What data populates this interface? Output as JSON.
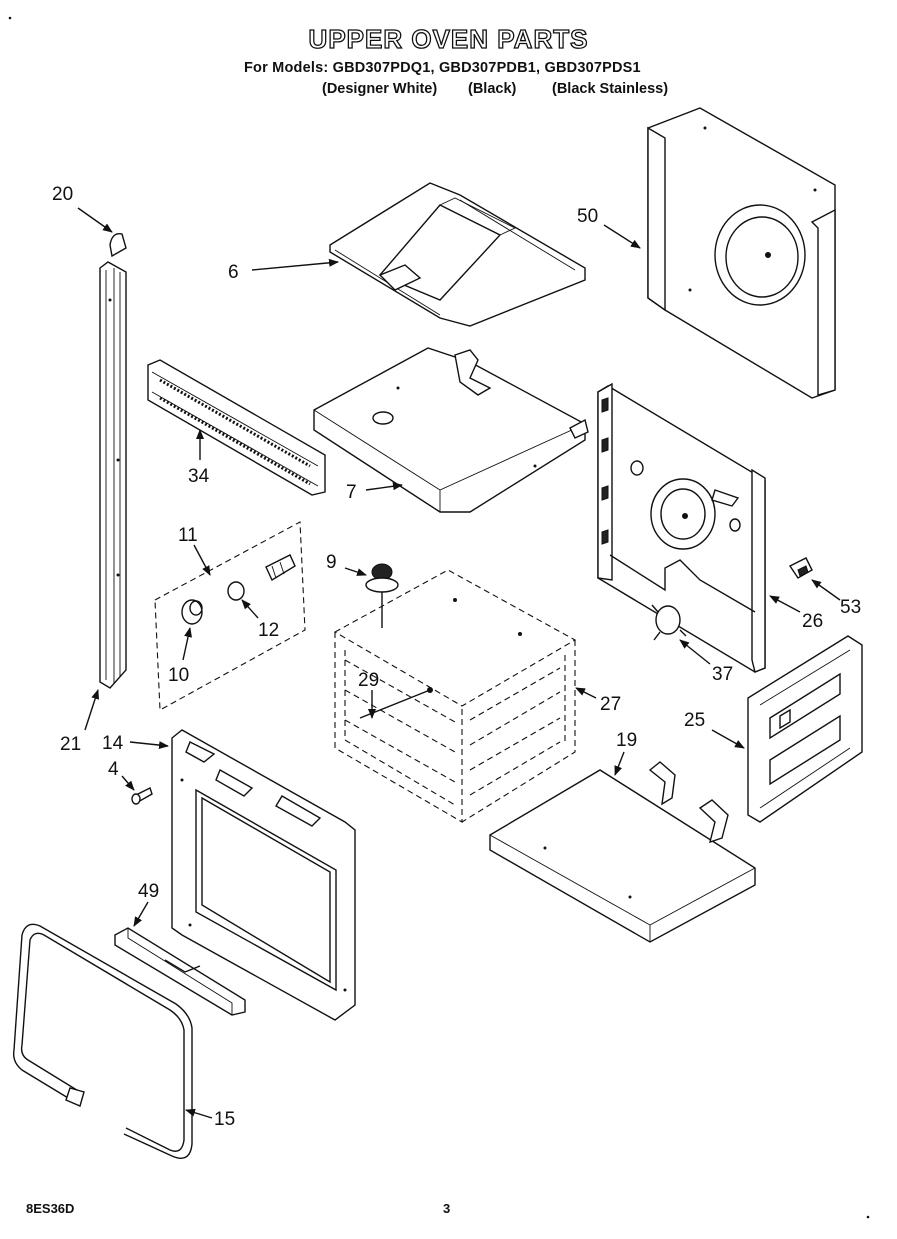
{
  "header": {
    "title": "UPPER OVEN PARTS",
    "models_line": "For Models: GBD307PDQ1, GBD307PDB1, GBD307PDS1",
    "variants": [
      "(Designer White)",
      "(Black)",
      "(Black Stainless)"
    ]
  },
  "callouts": {
    "p20": "20",
    "p6": "6",
    "p50": "50",
    "p34": "34",
    "p7": "7",
    "p11": "11",
    "p9": "9",
    "p10": "10",
    "p12": "12",
    "p29": "29",
    "p27": "27",
    "p26": "26",
    "p53": "53",
    "p37": "37",
    "p21": "21",
    "p14": "14",
    "p4": "4",
    "p25": "25",
    "p19": "19",
    "p49": "49",
    "p15": "15"
  },
  "footer": {
    "code": "8ES36D",
    "page": "3"
  }
}
